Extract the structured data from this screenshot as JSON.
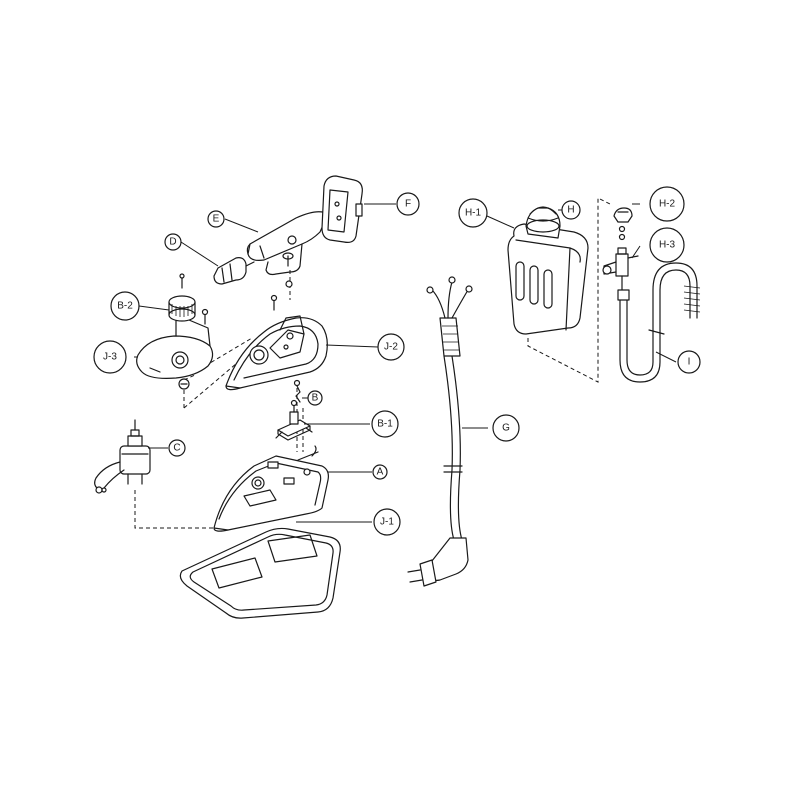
{
  "callouts": {
    "A": {
      "label": "A"
    },
    "B": {
      "label": "B"
    },
    "B1": {
      "label": "B-1"
    },
    "B2": {
      "label": "B-2"
    },
    "C": {
      "label": "C"
    },
    "D": {
      "label": "D"
    },
    "E": {
      "label": "E"
    },
    "F": {
      "label": "F"
    },
    "G": {
      "label": "G"
    },
    "H": {
      "label": "H"
    },
    "H1": {
      "label": "H-1"
    },
    "H2": {
      "label": "H-2"
    },
    "H3": {
      "label": "H-3"
    },
    "I": {
      "label": "I"
    },
    "J1": {
      "label": "J-1"
    },
    "J2": {
      "label": "J-2"
    },
    "J3": {
      "label": "J-3"
    }
  }
}
